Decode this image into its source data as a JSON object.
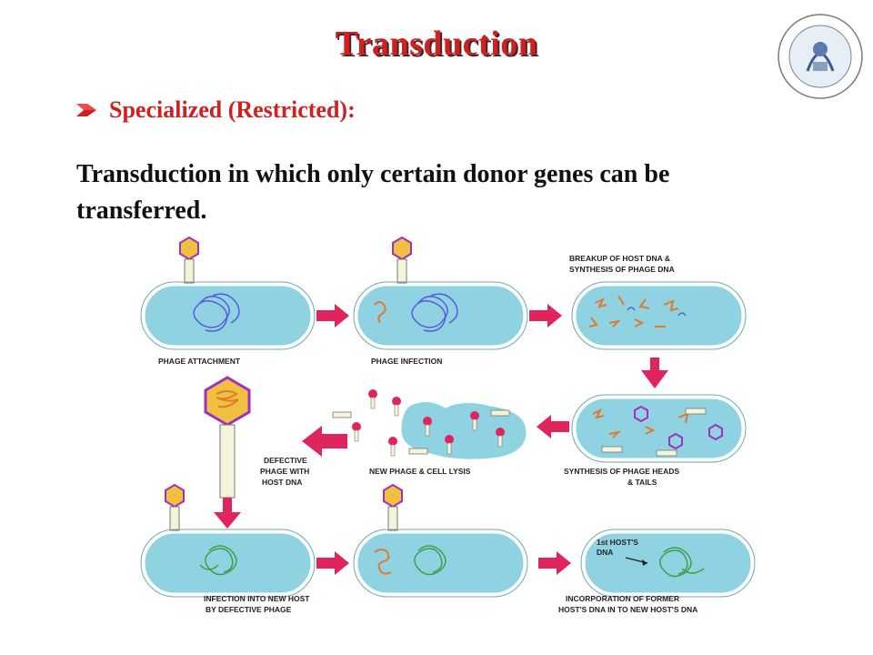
{
  "title": "Transduction",
  "subtitle": "Specialized (Restricted):",
  "body_text": "Transduction in which only certain donor genes can be transferred.",
  "labels": {
    "phage_attachment": "PHAGE ATTACHMENT",
    "phage_infection": "PHAGE INFECTION",
    "breakup_line1": "BREAKUP OF HOST DNA &",
    "breakup_line2": "SYNTHESIS OF PHAGE DNA",
    "synthesis_line1": "SYNTHESIS OF PHAGE HEADS",
    "synthesis_line2": "& TAILS",
    "lysis": "NEW PHAGE & CELL LYSIS",
    "defective_line1": "DEFECTIVE",
    "defective_line2": "PHAGE WITH",
    "defective_line3": "HOST DNA",
    "infection_line1": "INFECTION INTO NEW HOST",
    "infection_line2": "BY DEFECTIVE PHAGE",
    "incorporation_line1": "INCORPORATION OF FORMER",
    "incorporation_line2": "HOST'S DNA IN TO NEW HOST'S DNA",
    "hosts_dna_line1": "1st HOST'S",
    "hosts_dna_line2": "DNA"
  },
  "colors": {
    "title": "#d21f1f",
    "cell_fill": "#8fd3e3",
    "arrow": "#e0245e",
    "host_dna": "#5a5ae0",
    "phage_dna": "#e07a2a",
    "new_dna": "#3aa04a",
    "phage_head": "#a030c0"
  },
  "icons": {
    "bullet": "red-diamond-arrow-icon",
    "logo": "medical-microbiology-elearning-logo"
  }
}
